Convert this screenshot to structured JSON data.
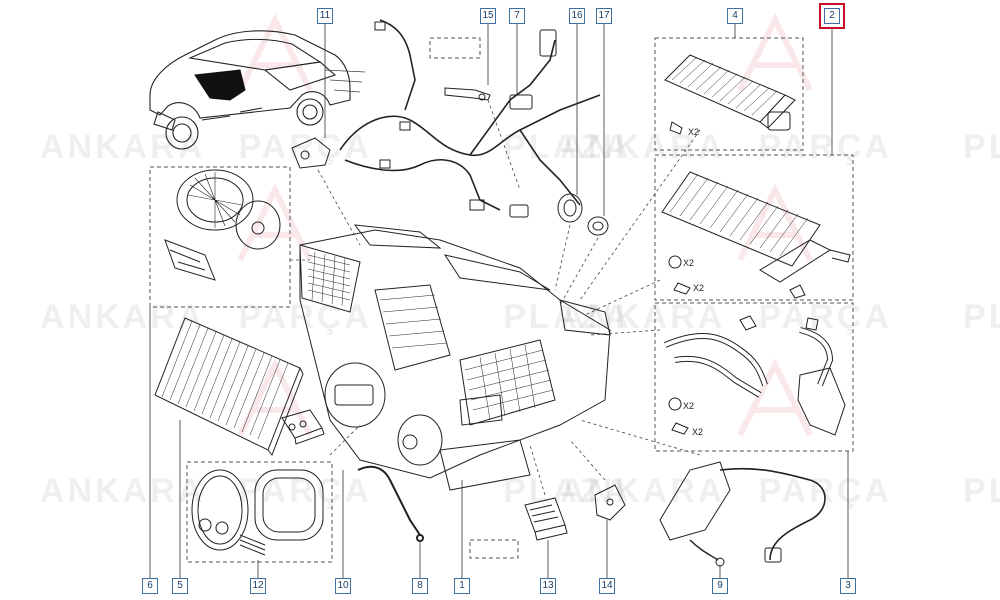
{
  "watermark": {
    "brand": "ANKARA",
    "middle": "PARÇA",
    "tail": "PLAZA"
  },
  "callouts": {
    "c1": "1",
    "c2": "2",
    "c3": "3",
    "c4": "4",
    "c5": "5",
    "c6": "6",
    "c7": "7",
    "c8": "8",
    "c9": "9",
    "c10": "10",
    "c11": "11",
    "c12": "12",
    "c13": "13",
    "c14": "14",
    "c15": "15",
    "c16": "16",
    "c17": "17"
  },
  "quantities": {
    "q_screw_top": "X2",
    "q_ring_mid": "X2",
    "q_screw_mid": "X2",
    "q_ring_low": "X2",
    "q_screw_low": "X2"
  },
  "highlight": {
    "callout": "2",
    "color": "#c8102e"
  },
  "colors": {
    "callout_border": "#3d6fa0",
    "callout_text": "#1a3d66",
    "line": "#222222"
  }
}
